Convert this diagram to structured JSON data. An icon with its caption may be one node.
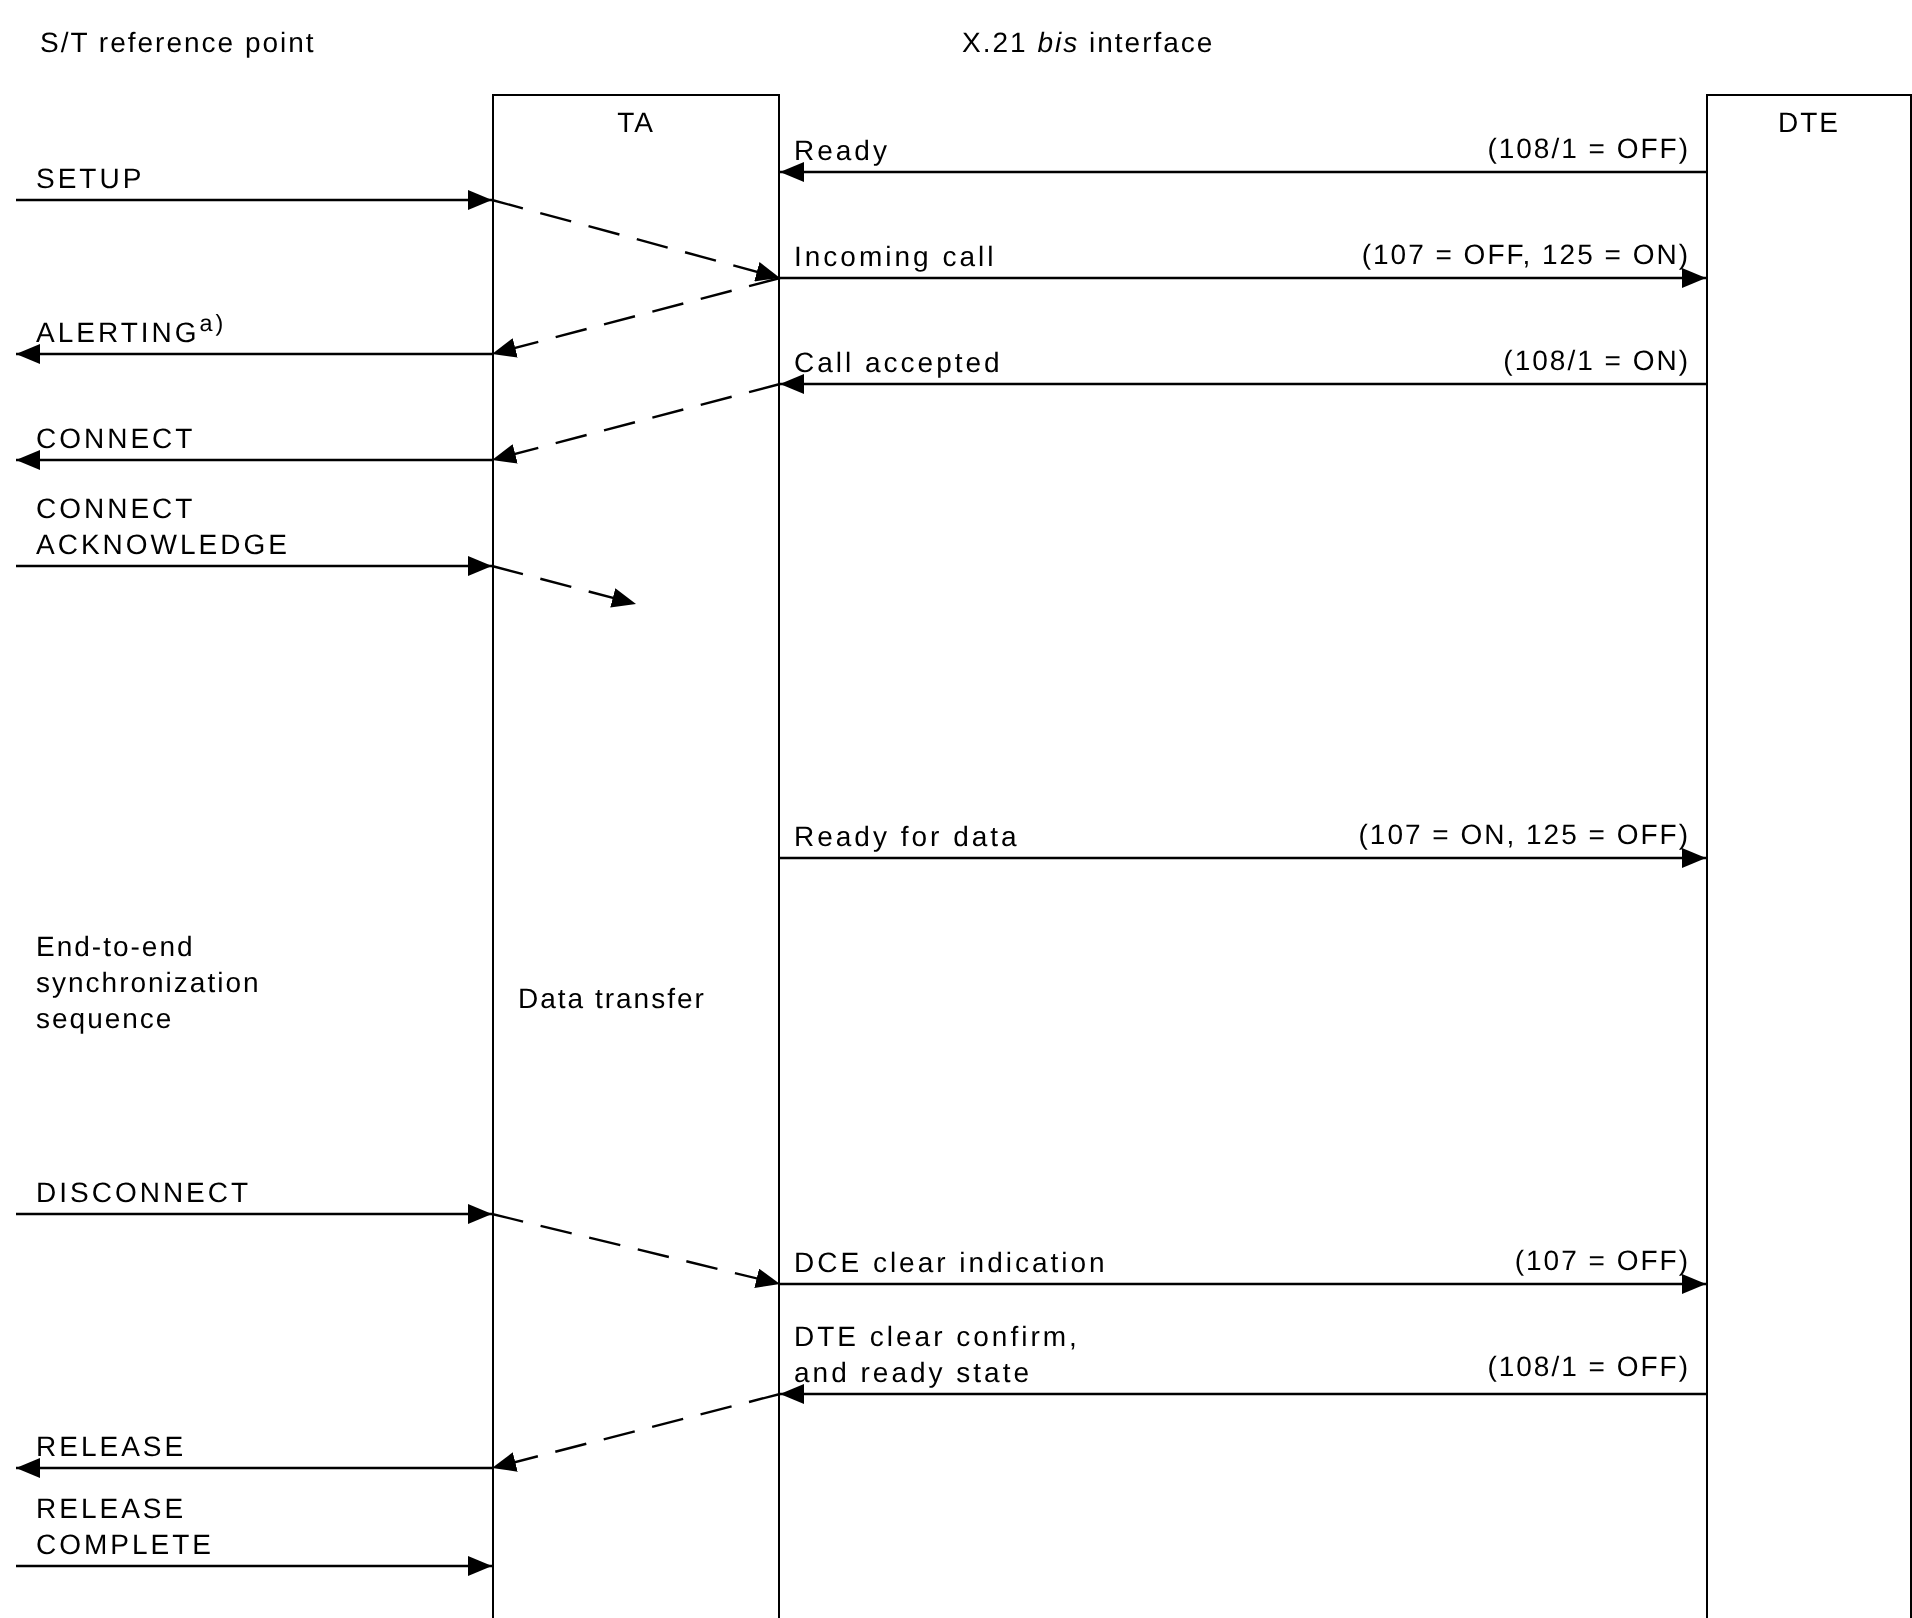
{
  "diagram": {
    "nodes": [
      {
        "text": [
          "TA",
          "Data transfer"
        ]
      },
      {
        "text": [
          "DTE"
        ]
      }
    ],
    "edges": [
      {
        "from": null,
        "to": 0,
        "arrow": "to",
        "label": "SETUP"
      },
      {
        "from": 1,
        "to": 0,
        "arrow": "to",
        "label": "Ready"
      },
      {
        "from": 0,
        "to": 0,
        "arrow": "to",
        "style": "dashed"
      },
      {
        "from": 0,
        "to": 1,
        "arrow": "to",
        "label": "Incoming call"
      },
      {
        "from": 0,
        "to": 0,
        "arrow": "to",
        "style": "dashed"
      },
      {
        "from": 0,
        "to": null,
        "arrow": "to",
        "label": "ALERTING$^{a)}$"
      },
      {
        "from": 1,
        "to": 0,
        "arrow": "to",
        "label": "Call accepted"
      },
      {
        "from": 0,
        "to": 0,
        "arrow": "to",
        "style": "dashed"
      },
      {
        "from": 0,
        "to": null,
        "arrow": "to",
        "label": "CONNECT"
      },
      {
        "from": null,
        "to": 0,
        "arrow": "to",
        "label": "CONNECT ACKNOWLEDGE"
      },
      {
        "from": 0,
        "to": 0,
        "arrow": "to",
        "style": "dashed"
      },
      {
        "from": 0,
        "to": 1,
        "arrow": "to",
        "label": "Ready for data"
      },
      {
        "from": null,
        "to": 0,
        "arrow": "to",
        "label": "DISCONNECT"
      },
      {
        "from": 0,
        "to": 0,
        "arrow": "to",
        "style": "dashed"
      },
      {
        "from": 0,
        "to": 1,
        "arrow": "to",
        "label": "DCE clear indication"
      },
      {
        "from": 1,
        "to": 0,
        "arrow": "to",
        "label": "DTE clear confirm, and ready state"
      },
      {
        "from": 0,
        "to": 0,
        "arrow": "to",
        "style": "dashed"
      },
      {
        "from": 0,
        "to": null,
        "arrow": "to",
        "label": "RELEASE"
      },
      {
        "from": null,
        "to": 0,
        "arrow": "to",
        "label": "RELEASE COMPLETE"
      }
    ],
    "labels": [
      "S/T reference point",
      "X.21 *bis* interface",
      "(108/1 = OFF)",
      "(107 = OFF, 125 = ON)",
      "(108/1 = ON)",
      "End-to-end synchronization sequence",
      "(107 = ON, 125 = OFF)",
      "(107 = OFF)",
      "(108/1 = OFF)"
    ]
  }
}
